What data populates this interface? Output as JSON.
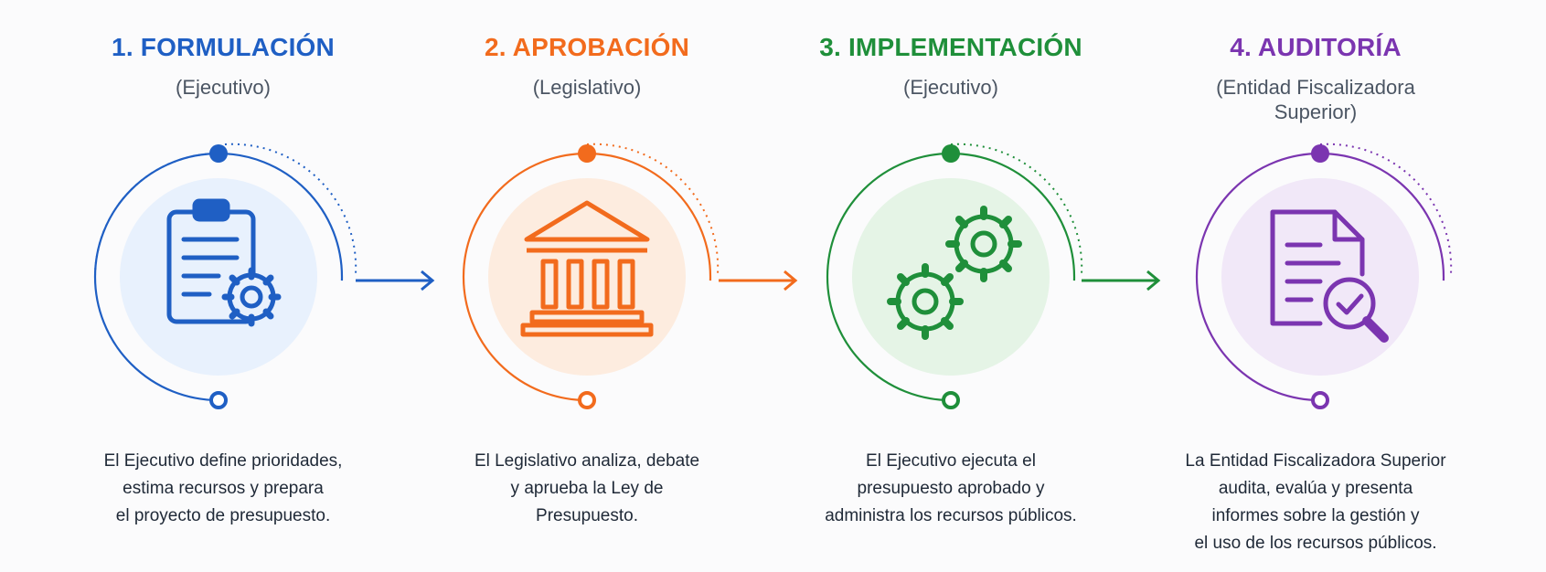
{
  "steps": [
    {
      "title": "1. FORMULACIÓN",
      "subtitle": "(Ejecutivo)",
      "description": "El Ejecutivo define prioridades,\nestima recursos y prepara\nel proyecto de presupuesto.",
      "color": "#1f5fc4",
      "tint": "#e8f1fd",
      "icon": "clipboard-gear-icon"
    },
    {
      "title": "2. APROBACIÓN",
      "subtitle": "(Legislativo)",
      "description": "El Legislativo analiza, debate\ny aprueba la Ley de\nPresupuesto.",
      "color": "#f26b1d",
      "tint": "#fdecdf",
      "icon": "government-building-icon"
    },
    {
      "title": "3. IMPLEMENTACIÓN",
      "subtitle": "(Ejecutivo)",
      "description": "El Ejecutivo ejecuta el\npresupuesto aprobado y\nadministra los recursos públicos.",
      "color": "#1f8f3a",
      "tint": "#e5f4e6",
      "icon": "gears-icon"
    },
    {
      "title": "4. AUDITORÍA",
      "subtitle": "(Entidad Fiscalizadora\nSuperior)",
      "description": "La Entidad Fiscalizadora Superior\naudita, evalúa y presenta\ninformes sobre la gestión y\nel uso de los recursos públicos.",
      "color": "#7b35b0",
      "tint": "#f1e8f8",
      "icon": "document-magnifier-check-icon"
    }
  ]
}
